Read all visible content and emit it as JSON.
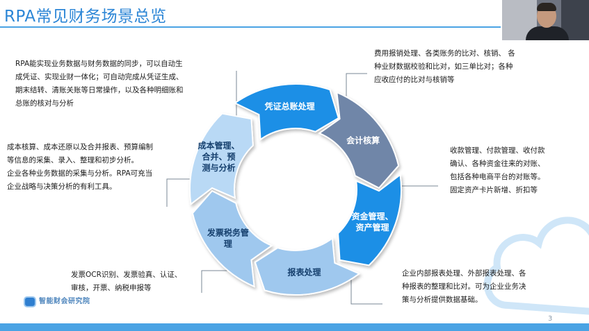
{
  "slide": {
    "title": "RPA常见财务场景总览",
    "page_number": "3"
  },
  "cycle": {
    "segments": [
      {
        "label_lines": [
          "凭证总账处理"
        ]
      },
      {
        "label_lines": [
          "会计核算"
        ]
      },
      {
        "label_lines": [
          "资金管理、",
          "资产管理"
        ]
      },
      {
        "label_lines": [
          "报表处理"
        ]
      },
      {
        "label_lines": [
          "发票税务管",
          "理"
        ]
      },
      {
        "label_lines": [
          "成本管理、",
          "合并、预",
          "测与分析"
        ]
      }
    ]
  },
  "descriptions": {
    "top_left": [
      "RPA能实现业务数据与财务数据的同步，可以自动生",
      "成凭证、实现业财一体化；可自动完成从凭证生成、",
      "期末结转、清账关账等日常操作，以及各种明细账和",
      "总账的核对与分析"
    ],
    "top_right": [
      "费用报销处理、各类账务的比对、核销、 各",
      "种业财数据校验和比对，如三单比对；各种",
      "应收应付的比对与核销等"
    ],
    "mid_left": [
      "成本核算、成本还原以及合并报表、预算编制",
      "等信息的采集、录入、整理和初步分析。",
      "企业各种业务数据的采集与分析。RPA可充当",
      "企业战略与决策分析的有利工具。"
    ],
    "mid_right": [
      "收款管理、付款管理、收付款",
      "确认、各种资金往来的对账、",
      "包括各种电商平台的对账等。",
      "固定资产卡片新增、折扣等"
    ],
    "bottom_left": [
      "发票OCR识别、发票验真、认证、",
      "审核，开票、纳税申报等"
    ],
    "bottom_right": [
      "企业内部报表处理、外部报表处理、各",
      "种报表的整理和比对。可为企业业务决",
      "策与分析提供数据基础。"
    ]
  },
  "logo": {
    "text": "智能财会研究院"
  },
  "colors": {
    "title": "#2c86d6",
    "seg_bright_blue": "#1e8fe6",
    "seg_slate": "#6f86a8",
    "seg_light_blue": "#9fc8ee",
    "seg_lighter_blue": "#b9d9f5",
    "connector": "#7a8794"
  },
  "icons": [
    "webcam-feed",
    "cloud-watermark",
    "logo-robot-icon"
  ]
}
